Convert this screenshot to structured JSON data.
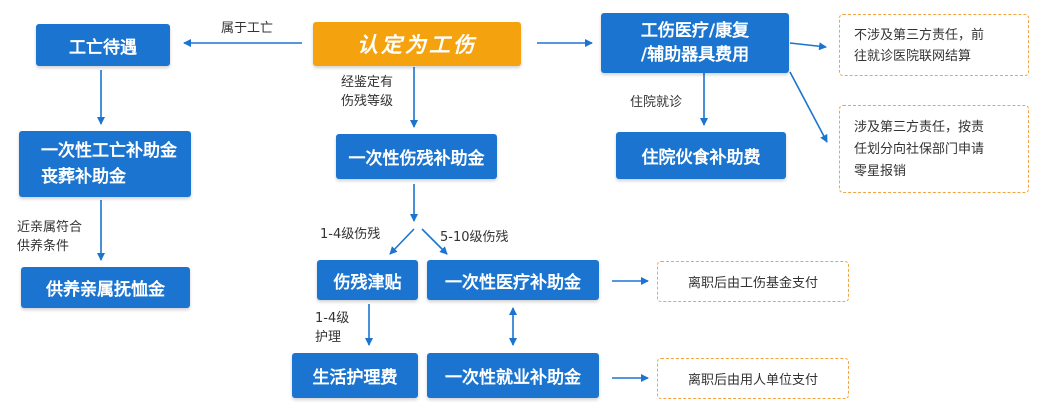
{
  "nodes": {
    "work_death_benefit": "工亡待遇",
    "recognized_injury": "认定为工伤",
    "medical_rehab": [
      "工伤医疗/康复",
      "/辅助器具费用"
    ],
    "death_lump_sum": [
      "一次性工亡补助金",
      "丧葬补助金"
    ],
    "disability_lump_sum": "一次性伤残补助金",
    "hospital_food_subsidy": "住院伙食补助费",
    "dependent_pension": "供养亲属抚恤金",
    "disability_allowance": "伤残津贴",
    "medical_lump_sum": "一次性医疗补助金",
    "nursing_fee": "生活护理费",
    "employment_lump_sum": "一次性就业补助金"
  },
  "notes": {
    "no_third_party": [
      "不涉及第三方责任，前",
      "往就诊医院联网结算"
    ],
    "third_party": [
      "涉及第三方责任，按责",
      "任划分向社保部门申请",
      "零星报销"
    ],
    "fund_pays": "离职后由工伤基金支付",
    "employer_pays": "离职后由用人单位支付"
  },
  "labels": {
    "belongs_work_death": "属于工亡",
    "appraised": [
      "经鉴定有",
      "伤残等级"
    ],
    "hospitalized": "住院就诊",
    "relatives_condition": [
      "近亲属符合",
      "供养条件"
    ],
    "grade_1_4": "1-4级伤残",
    "grade_5_10": "5-10级伤残",
    "nursing_1_4": [
      "1-4级",
      "护理"
    ]
  },
  "colors": {
    "box_blue": "#1b75d0",
    "center_orange": "#f5a20f",
    "note_border": "#f3a541",
    "arrow": "#1b75d0"
  }
}
